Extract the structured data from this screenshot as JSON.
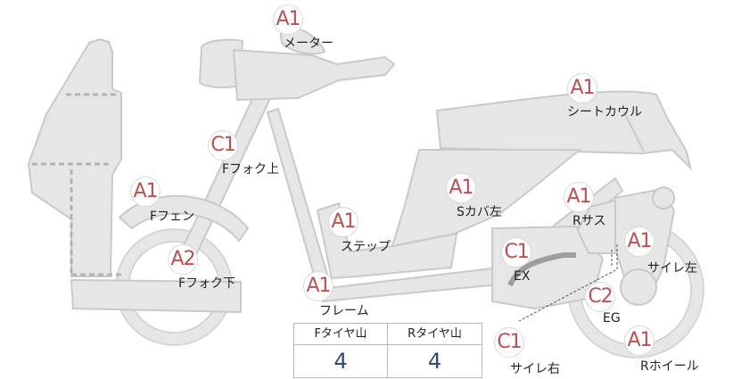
{
  "callouts": [
    {
      "id": "meter",
      "code": "A1",
      "label": "メーター"
    },
    {
      "id": "seat-cowl",
      "code": "A1",
      "label": "シートカウル"
    },
    {
      "id": "fork-upper",
      "code": "C1",
      "label": "Fフォク上"
    },
    {
      "id": "front-fender",
      "code": "A1",
      "label": "Fフェン"
    },
    {
      "id": "side-cover-left",
      "code": "A1",
      "label": "Sカバ左"
    },
    {
      "id": "rear-suspension",
      "code": "A1",
      "label": "Rサス"
    },
    {
      "id": "step",
      "code": "A1",
      "label": "ステップ"
    },
    {
      "id": "muffler-left",
      "code": "A1",
      "label": "サイレ左"
    },
    {
      "id": "fork-lower",
      "code": "A2",
      "label": "Fフォク下"
    },
    {
      "id": "exhaust",
      "code": "C1",
      "label": "EX"
    },
    {
      "id": "frame",
      "code": "A1",
      "label": "フレーム"
    },
    {
      "id": "engine",
      "code": "C2",
      "label": "EG"
    },
    {
      "id": "muffler-right",
      "code": "C1",
      "label": "サイレ右"
    },
    {
      "id": "rear-wheel",
      "code": "A1",
      "label": "Rホイール"
    }
  ],
  "tread_table": {
    "front_header": "Fタイヤ山",
    "rear_header": "Rタイヤ山",
    "front_value": "4",
    "rear_value": "4"
  },
  "colors": {
    "part_fill": "#e6e6e6",
    "part_stroke": "#c9c9c9",
    "grade_text": "#c0504d",
    "tread_value": "#2e4a7d"
  }
}
